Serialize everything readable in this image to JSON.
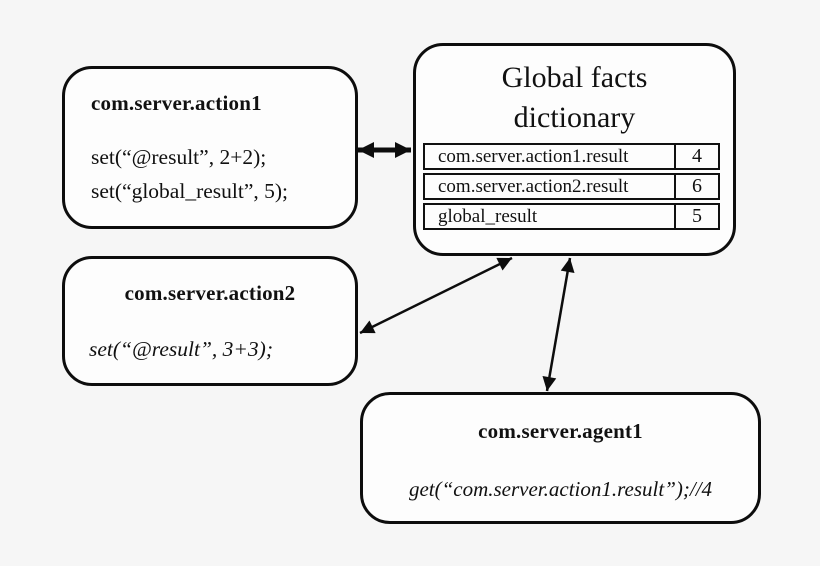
{
  "diagram": {
    "background_color": "#f6f6f6",
    "box_fill_color": "#fdfdfd",
    "line_color": "#0d0d0d",
    "action1": {
      "title": "com.server.action1",
      "code_lines": [
        "set(“@result”, 2+2);",
        "set(“global_result”, 5);"
      ]
    },
    "dictionary": {
      "title": "Global facts dictionary",
      "rows": [
        {
          "key": "com.server.action1.result",
          "value": "4"
        },
        {
          "key": "com.server.action2.result",
          "value": "6"
        },
        {
          "key": "global_result",
          "value": "5"
        }
      ]
    },
    "action2": {
      "title": "com.server.action2",
      "code": "set(“@result”, 3+3);"
    },
    "agent1": {
      "title": "com.server.agent1",
      "code": "get(“com.server.action1.result”);//4"
    },
    "arrows": [
      {
        "name": "action1-dictionary",
        "type": "double-headed"
      },
      {
        "name": "dictionary-action2",
        "type": "double-headed"
      },
      {
        "name": "dictionary-agent1",
        "type": "double-headed"
      }
    ]
  }
}
